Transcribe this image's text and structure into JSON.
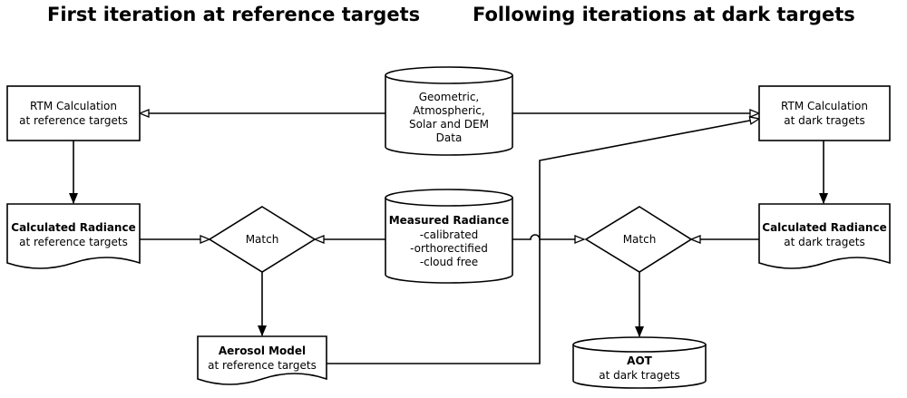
{
  "titles": {
    "left": "First iteration at reference targets",
    "right": "Following iterations at dark targets"
  },
  "nodes": {
    "rtm_ref": {
      "line1": "RTM Calculation",
      "line2": "at reference targets"
    },
    "geo_data": {
      "line1": "Geometric,",
      "line2": "Atmospheric,",
      "line3": "Solar and DEM",
      "line4": "Data"
    },
    "rtm_dark": {
      "line1": "RTM Calculation",
      "line2": "at dark tragets"
    },
    "calc_rad_ref": {
      "bold": "Calculated Radiance",
      "line2": "at reference targets"
    },
    "match_ref": {
      "label": "Match"
    },
    "measured_rad": {
      "bold": "Measured Radiance",
      "line2": "-calibrated",
      "line3": "-orthorectified",
      "line4": "-cloud free"
    },
    "match_dark": {
      "label": "Match"
    },
    "calc_rad_dark": {
      "bold": "Calculated Radiance",
      "line2": "at dark tragets"
    },
    "aerosol_model": {
      "bold": "Aerosol Model",
      "line2": "at reference targets"
    },
    "aot": {
      "bold": "AOT",
      "line2": "at dark tragets"
    }
  }
}
